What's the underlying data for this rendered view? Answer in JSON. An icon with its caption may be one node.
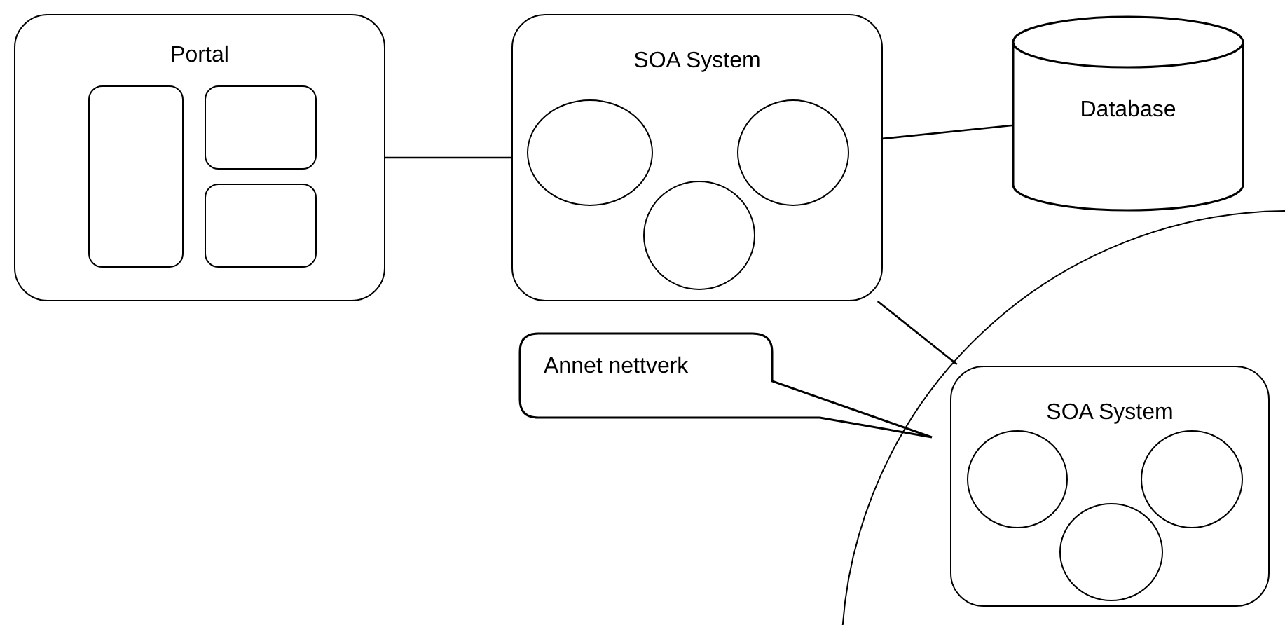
{
  "diagram": {
    "nodes": [
      {
        "text": [
          "Portal"
        ]
      },
      {
        "text": [],
        "shape": "box",
        "in": 0
      },
      {
        "text": [],
        "shape": "box",
        "in": 0
      },
      {
        "text": [],
        "shape": "box",
        "in": 0
      },
      {
        "text": [
          "SOA System"
        ]
      },
      {
        "text": [],
        "shape": "circle",
        "in": 4
      },
      {
        "text": [],
        "shape": "circle",
        "in": 4
      },
      {
        "text": [],
        "shape": "circle",
        "in": 4
      },
      {
        "text": [
          "Database"
        ]
      },
      {
        "text": [
          "Annet nettverk"
        ]
      },
      {
        "text": [],
        "shape": "circle"
      },
      {
        "text": [
          "SOA System"
        ],
        "in": 10
      },
      {
        "text": [],
        "shape": "circle",
        "in": 11
      },
      {
        "text": [],
        "shape": "circle",
        "in": 11
      },
      {
        "text": [],
        "shape": "circle",
        "in": 11
      }
    ],
    "edges": [
      {
        "from": 0,
        "to": 4,
        "arrow": "none"
      },
      {
        "from": 4,
        "to": 8,
        "arrow": "none"
      },
      {
        "from": 4,
        "to": 11,
        "arrow": "none"
      }
    ]
  }
}
